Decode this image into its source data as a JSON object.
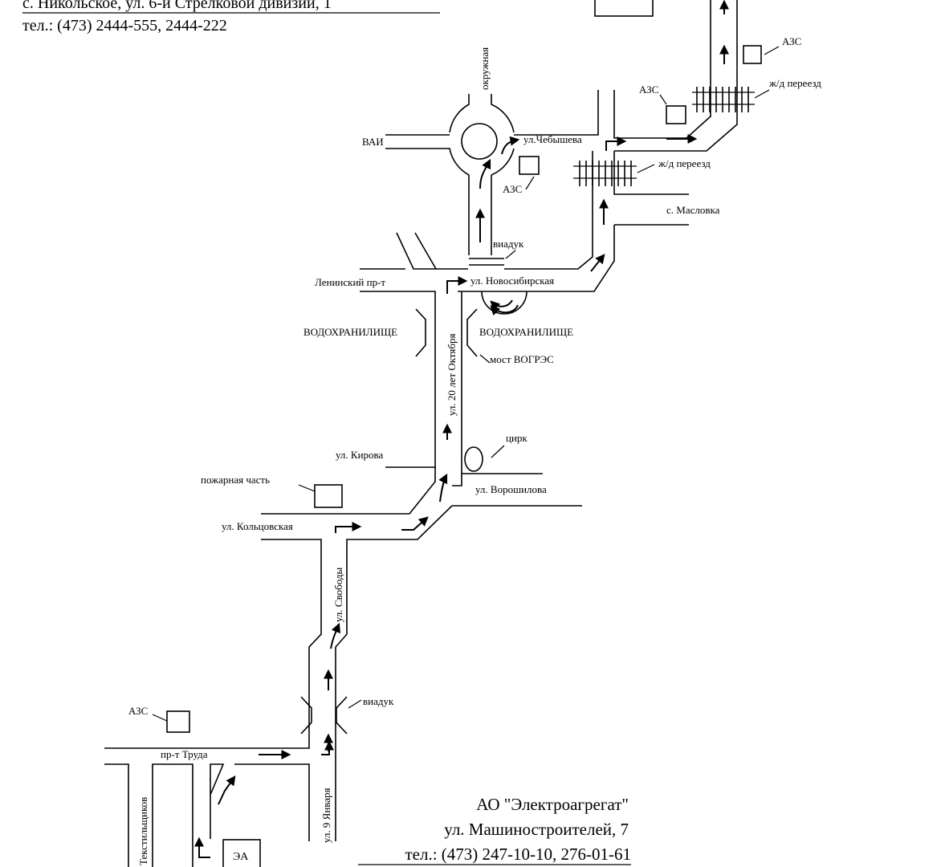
{
  "header": {
    "address_top": "с. Никольское, ул. 6-й Стрелковой дивизии, 1",
    "phone_top": "тел.: (473) 2444-555, 2444-222"
  },
  "footer": {
    "company": "АО \"Электроагрегат\"",
    "address": "ул. Машиностроителей, 7",
    "phone": "тел.: (473) 247-10-10, 276-01-61"
  },
  "labels": {
    "azs": "АЗС",
    "rail_crossing": "ж/д переезд",
    "vai": "ВАИ",
    "okruzhnaya": "окружная",
    "chebysheva": "ул.Чебышева",
    "maslovka": "с. Масловка",
    "viaduk": "виадук",
    "leninsky": "Ленинский пр-т",
    "novosibirskaya": "ул. Новосибирская",
    "reservoir": "ВОДОХРАНИЛИЩЕ",
    "bridge": "мост ВОГРЭС",
    "oktyabrya": "ул. 20 лет Октября",
    "circus": "цирк",
    "kirova": "ул. Кирова",
    "voroshilova": "ул. Ворошилова",
    "fire_station": "пожарная часть",
    "koltsovskaya": "ул. Кольцовская",
    "svobody": "ул. Свободы",
    "truda": "пр-т Труда",
    "tekstilshchikov": "Текстильщиков",
    "yanvarya": "ул. 9 Января",
    "plant": "ЭА"
  },
  "colors": {
    "ink": "#000000",
    "paper": "#ffffff"
  }
}
